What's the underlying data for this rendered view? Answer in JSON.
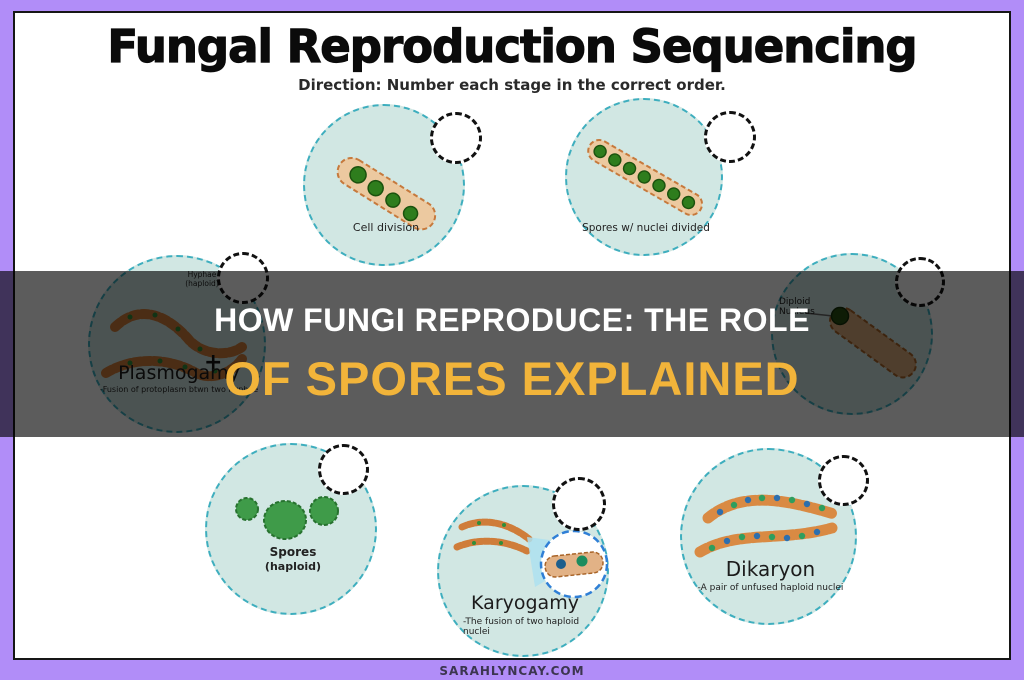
{
  "title": "Fungal Reproduction Sequencing",
  "direction": "Direction: Number each stage in the correct order.",
  "banner": {
    "line1": "HOW FUNGI REPRODUCE: THE ROLE",
    "line2": "OF SPORES EXPLAINED",
    "line1_color": "#ffffff",
    "line2_color": "#f2b43a",
    "overlay_color": "rgba(0,0,0,0.64)"
  },
  "watermark": "SARAHLYNCAY.COM",
  "colors": {
    "frame": "#b18df8",
    "stage_fill": "#d1e7e3",
    "stage_border": "#3eaebe",
    "hypha_fill": "#ecc9a0",
    "hypha_border": "#c6793c",
    "nucleus_green": "#2e7d1d",
    "nucleus_blue": "#2d6fae",
    "spore_green": "#3f9b49"
  },
  "stages": [
    {
      "label": "Cell division"
    },
    {
      "label": "Spores w/ nuclei divided"
    },
    {
      "label": "Plasmogamy",
      "sublabel": "-Fusion of protoplasm btwn two hyphae",
      "annotation": "Hyphae (haploid)"
    },
    {
      "annotation": "Diploid Nucleus"
    },
    {
      "label": "Spores",
      "sublabel": "(haploid)"
    },
    {
      "label": "Karyogamy",
      "sublabel": "-The fusion of two haploid nuclei"
    },
    {
      "label": "Dikaryon",
      "sublabel": "-A pair of unfused haploid nuclei"
    }
  ]
}
